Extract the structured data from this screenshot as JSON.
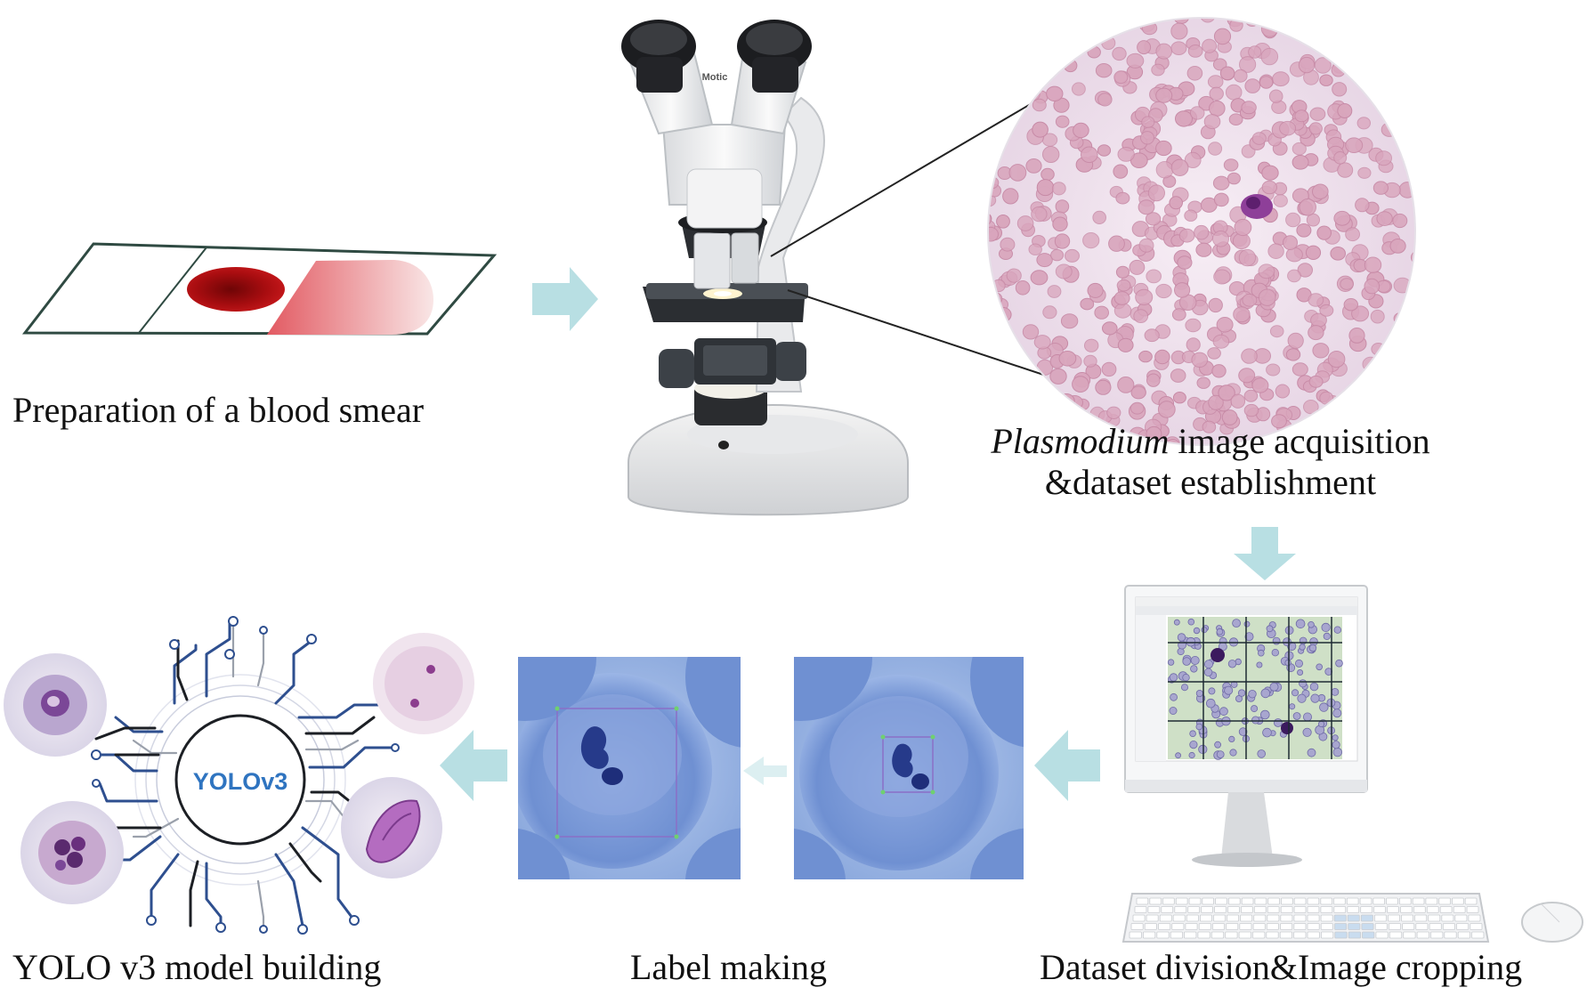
{
  "captions": {
    "blood_smear": "Preparation of a blood smear",
    "acquisition_italic": "Plasmodium",
    "acquisition_rest": " image acquisition",
    "acquisition_line2": "&dataset establishment",
    "dataset_division": "Dataset division&Image cropping",
    "label_making": "Label making",
    "yolo_building": "YOLO v3 model building"
  },
  "badges": {
    "yolo_hub": "YOLOv3",
    "microscope_brand": "Motic"
  },
  "colors": {
    "arrow": "#b8dfe3",
    "arrow_faint": "#dceff1",
    "smear_dark": "#b10f12",
    "smear_light": "#f3c8c8",
    "rbc_field": "#efe3ee",
    "rbc_cell": "#d9a6bd",
    "crop_blue": "#7f9fd8",
    "circuit_blue": "#2e4f8f",
    "hub_text": "#2f74c0"
  }
}
